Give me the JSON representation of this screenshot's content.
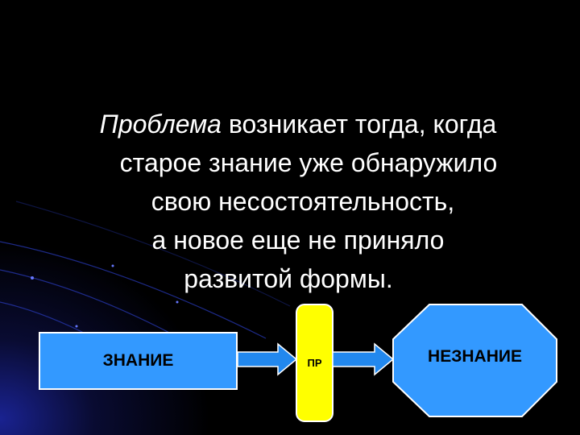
{
  "slide": {
    "statement": {
      "term": "Проблема",
      "line1_rest": " возникает тогда, когда",
      "line2": "старое знание уже обнаружило",
      "line3": "свою несостоятельность,",
      "line4": "а новое еще не приняло",
      "line5": "развитой формы."
    }
  },
  "diagram": {
    "left_box": "ЗНАНИЕ",
    "middle_box": "ПР",
    "right_box": "НЕЗНАНИЕ",
    "colors": {
      "box_fill": "#3399ff",
      "middle_fill": "#ffff00",
      "outline": "#ffffff",
      "arrow_fill": "#2288ee"
    }
  }
}
